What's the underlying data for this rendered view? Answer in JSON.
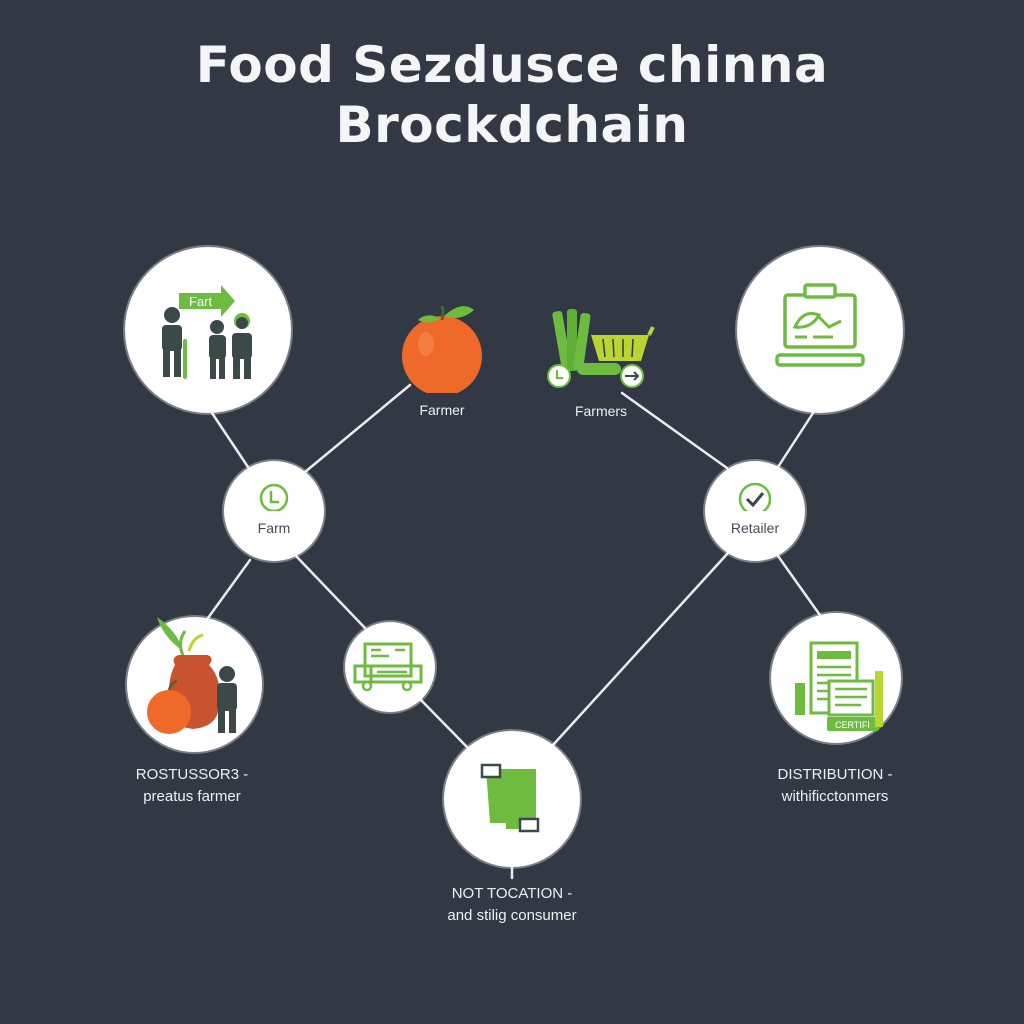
{
  "title": {
    "line1": "Food Sezdusce chinna",
    "line2": "Brockdchain"
  },
  "labels": {
    "farmer": "Farmer",
    "farmers": "Farmers",
    "farm": "Farm",
    "retailer": "Retailer",
    "fart_tag": "Fart",
    "certificate_tag": "CERTIFI"
  },
  "captions": {
    "left_line1": "ROSTUSSOR3 -",
    "left_line2": "preatus farmer",
    "right_line1": "DISTRIBUTION -",
    "right_line2": "withificctonmers",
    "bottom_line1": "NOT TOCATION -",
    "bottom_line2": "and stilig consumer"
  },
  "colors": {
    "background": "#323944",
    "node_fill": "#ffffff",
    "link": "#e9ecef",
    "accent_green": "#6dbb3f",
    "lime": "#b9d532",
    "orange": "#ef6a2a",
    "figure": "#3b4a48",
    "sack": "#c9522f"
  },
  "icons": {
    "people_node": "people-direction-icon",
    "farmer": "orange-fruit-icon",
    "farmers": "vegetable-cart-icon",
    "dashboard_node": "monitor-chart-icon",
    "farm": "clock-icon",
    "retailer": "checkmark-icon",
    "producer_node": "produce-sack-icon",
    "truck_node": "delivery-truck-icon",
    "consumer_node": "shopping-bag-icon",
    "distribution_node": "certificate-document-icon"
  }
}
